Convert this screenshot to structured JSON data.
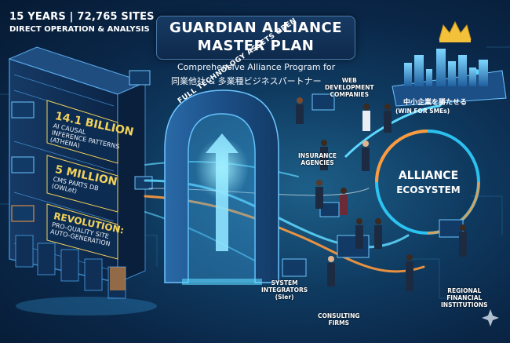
{
  "header": {
    "stats_line": "15 YEARS | 72,765 SITES",
    "subline": "DIRECT OPERATION & ANALYSIS"
  },
  "title": {
    "line1": "GUARDIAN ALLIANCE",
    "line2": "MASTER PLAN"
  },
  "subtitle": {
    "line1": "Comprehensive Alliance Program for",
    "line2": "同業他社 & 多業種ビジネスパートナー"
  },
  "tower_stats": [
    {
      "big": "14.1 BILLION",
      "small1": "AI CAUSAL",
      "small2": "INFERENCE PATTERNS",
      "small3": "(ATHENA)"
    },
    {
      "big": "5 MILLION",
      "small1": "CMS PARTS DB",
      "small2": "(OWLet)",
      "small3": ""
    },
    {
      "big": "REVOLUTION:",
      "small1": "PRO-QUALITY SITE",
      "small2": "AUTO-GENERATION",
      "small3": ""
    }
  ],
  "arch_text": "FULL TECHNOLOGY ASSETS OPEN",
  "ecosystem": {
    "line1": "ALLIANCE",
    "line2": "ECOSYSTEM"
  },
  "sme": {
    "line1": "中小企業を勝たせる",
    "line2": "(WIN FOR SMEs)"
  },
  "partners": [
    {
      "line1": "WEB",
      "line2": "DEVELOPMENT",
      "line3": "COMPANIES"
    },
    {
      "line1": "INSURANCE",
      "line2": "AGENCIES",
      "line3": ""
    },
    {
      "line1": "SYSTEM",
      "line2": "INTEGRATORS",
      "line3": "(SIer)"
    },
    {
      "line1": "CONSULTING",
      "line2": "FIRMS",
      "line3": ""
    },
    {
      "line1": "REGIONAL",
      "line2": "FINANCIAL",
      "line3": "INSTITUTIONS"
    }
  ],
  "colors": {
    "gold": "#f3d25a",
    "cyan_flow": "#5fd8ff",
    "orange_flow": "#ff9a3c",
    "navy": "#0a2748"
  }
}
